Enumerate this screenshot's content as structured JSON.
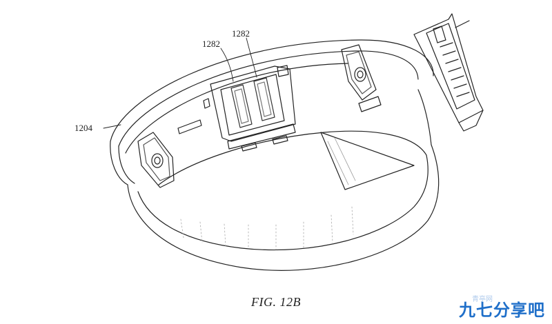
{
  "figure": {
    "caption": "FIG. 12B",
    "labels": {
      "band": "1204",
      "connector_left": "1282",
      "connector_right": "1282"
    }
  },
  "watermark": {
    "text": "九七分享吧",
    "subtext": "青亭网"
  }
}
